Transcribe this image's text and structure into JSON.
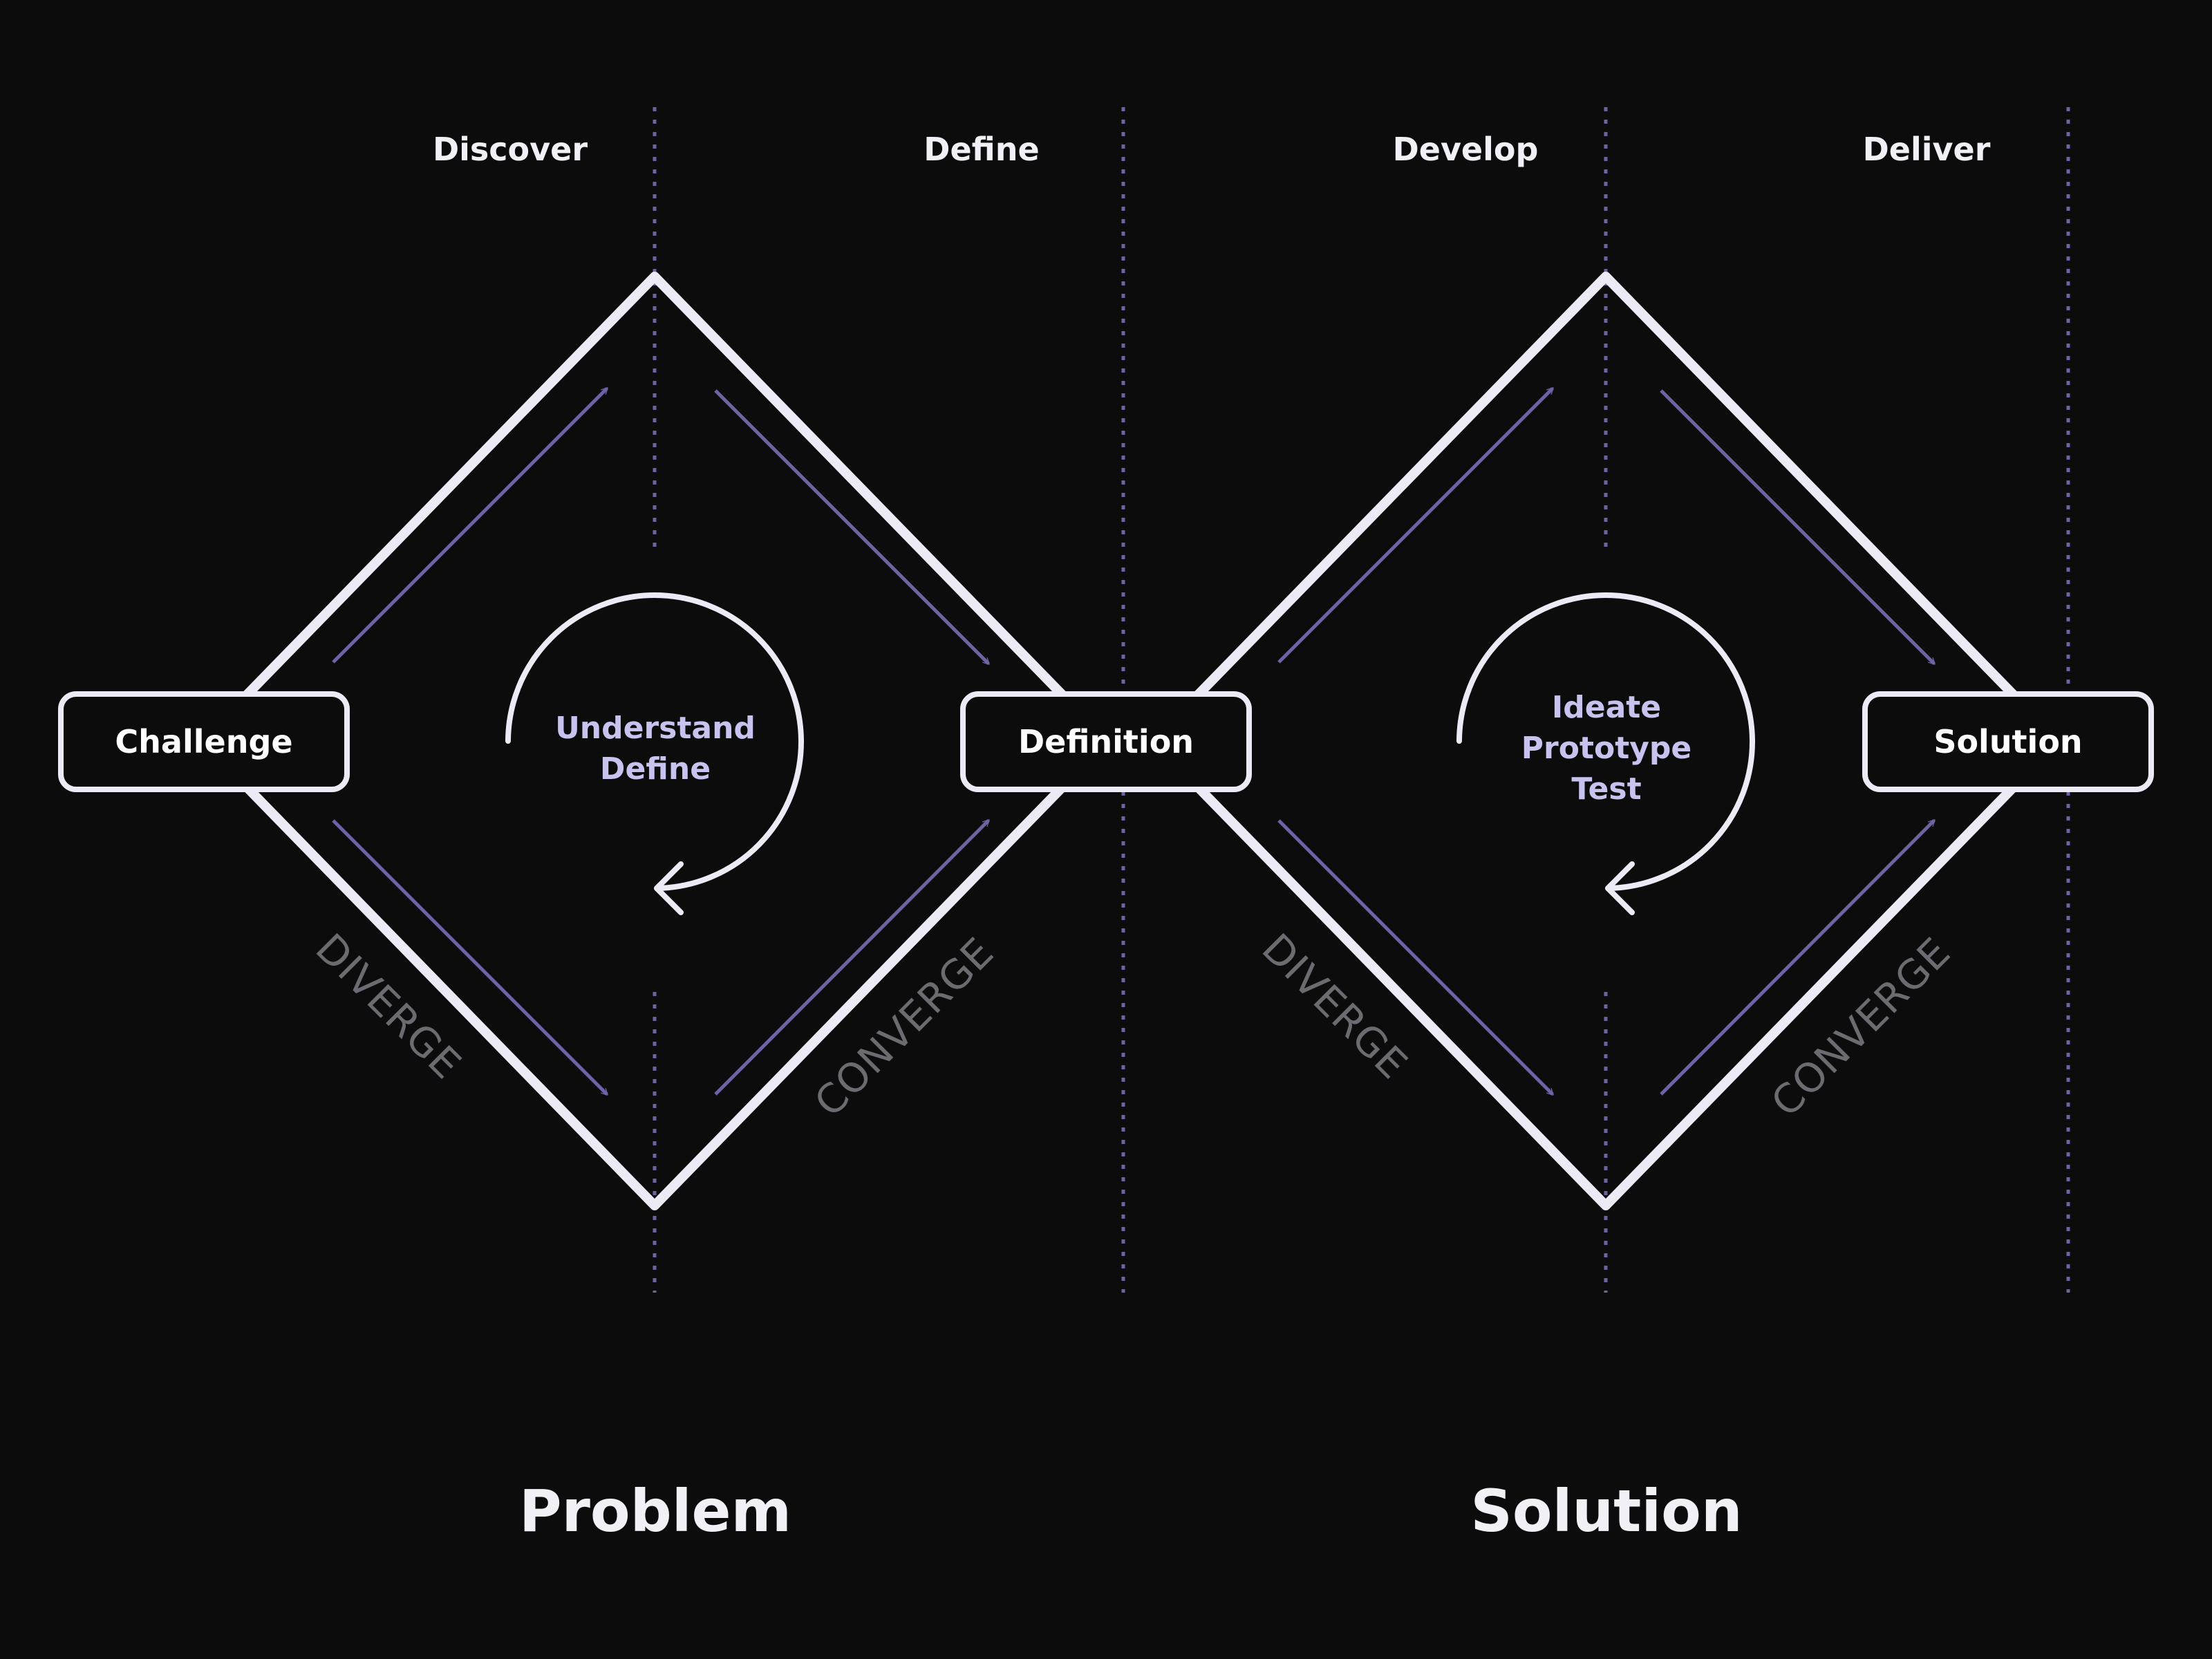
{
  "colors": {
    "background": "#0c0c0d",
    "stroke": "#ecebf5",
    "accent": "#6c64a4",
    "method_text": "#c7c3ef",
    "mode_text": "#6c6b72"
  },
  "phases": [
    "Discover",
    "Define",
    "Develop",
    "Deliver"
  ],
  "nodes": {
    "challenge": "Challenge",
    "definition": "Definition",
    "solution": "Solution"
  },
  "methods": {
    "problem": [
      "Understand",
      "Define"
    ],
    "solution": [
      "Ideate",
      "Prototype",
      "Test"
    ]
  },
  "modes": {
    "diverge": "DIVERGE",
    "converge": "CONVERGE"
  },
  "sections": {
    "problem": "Problem",
    "solution": "Solution"
  },
  "icons": {
    "cycle": "circular-arrow-icon",
    "flow": "diagonal-arrow-icon"
  }
}
